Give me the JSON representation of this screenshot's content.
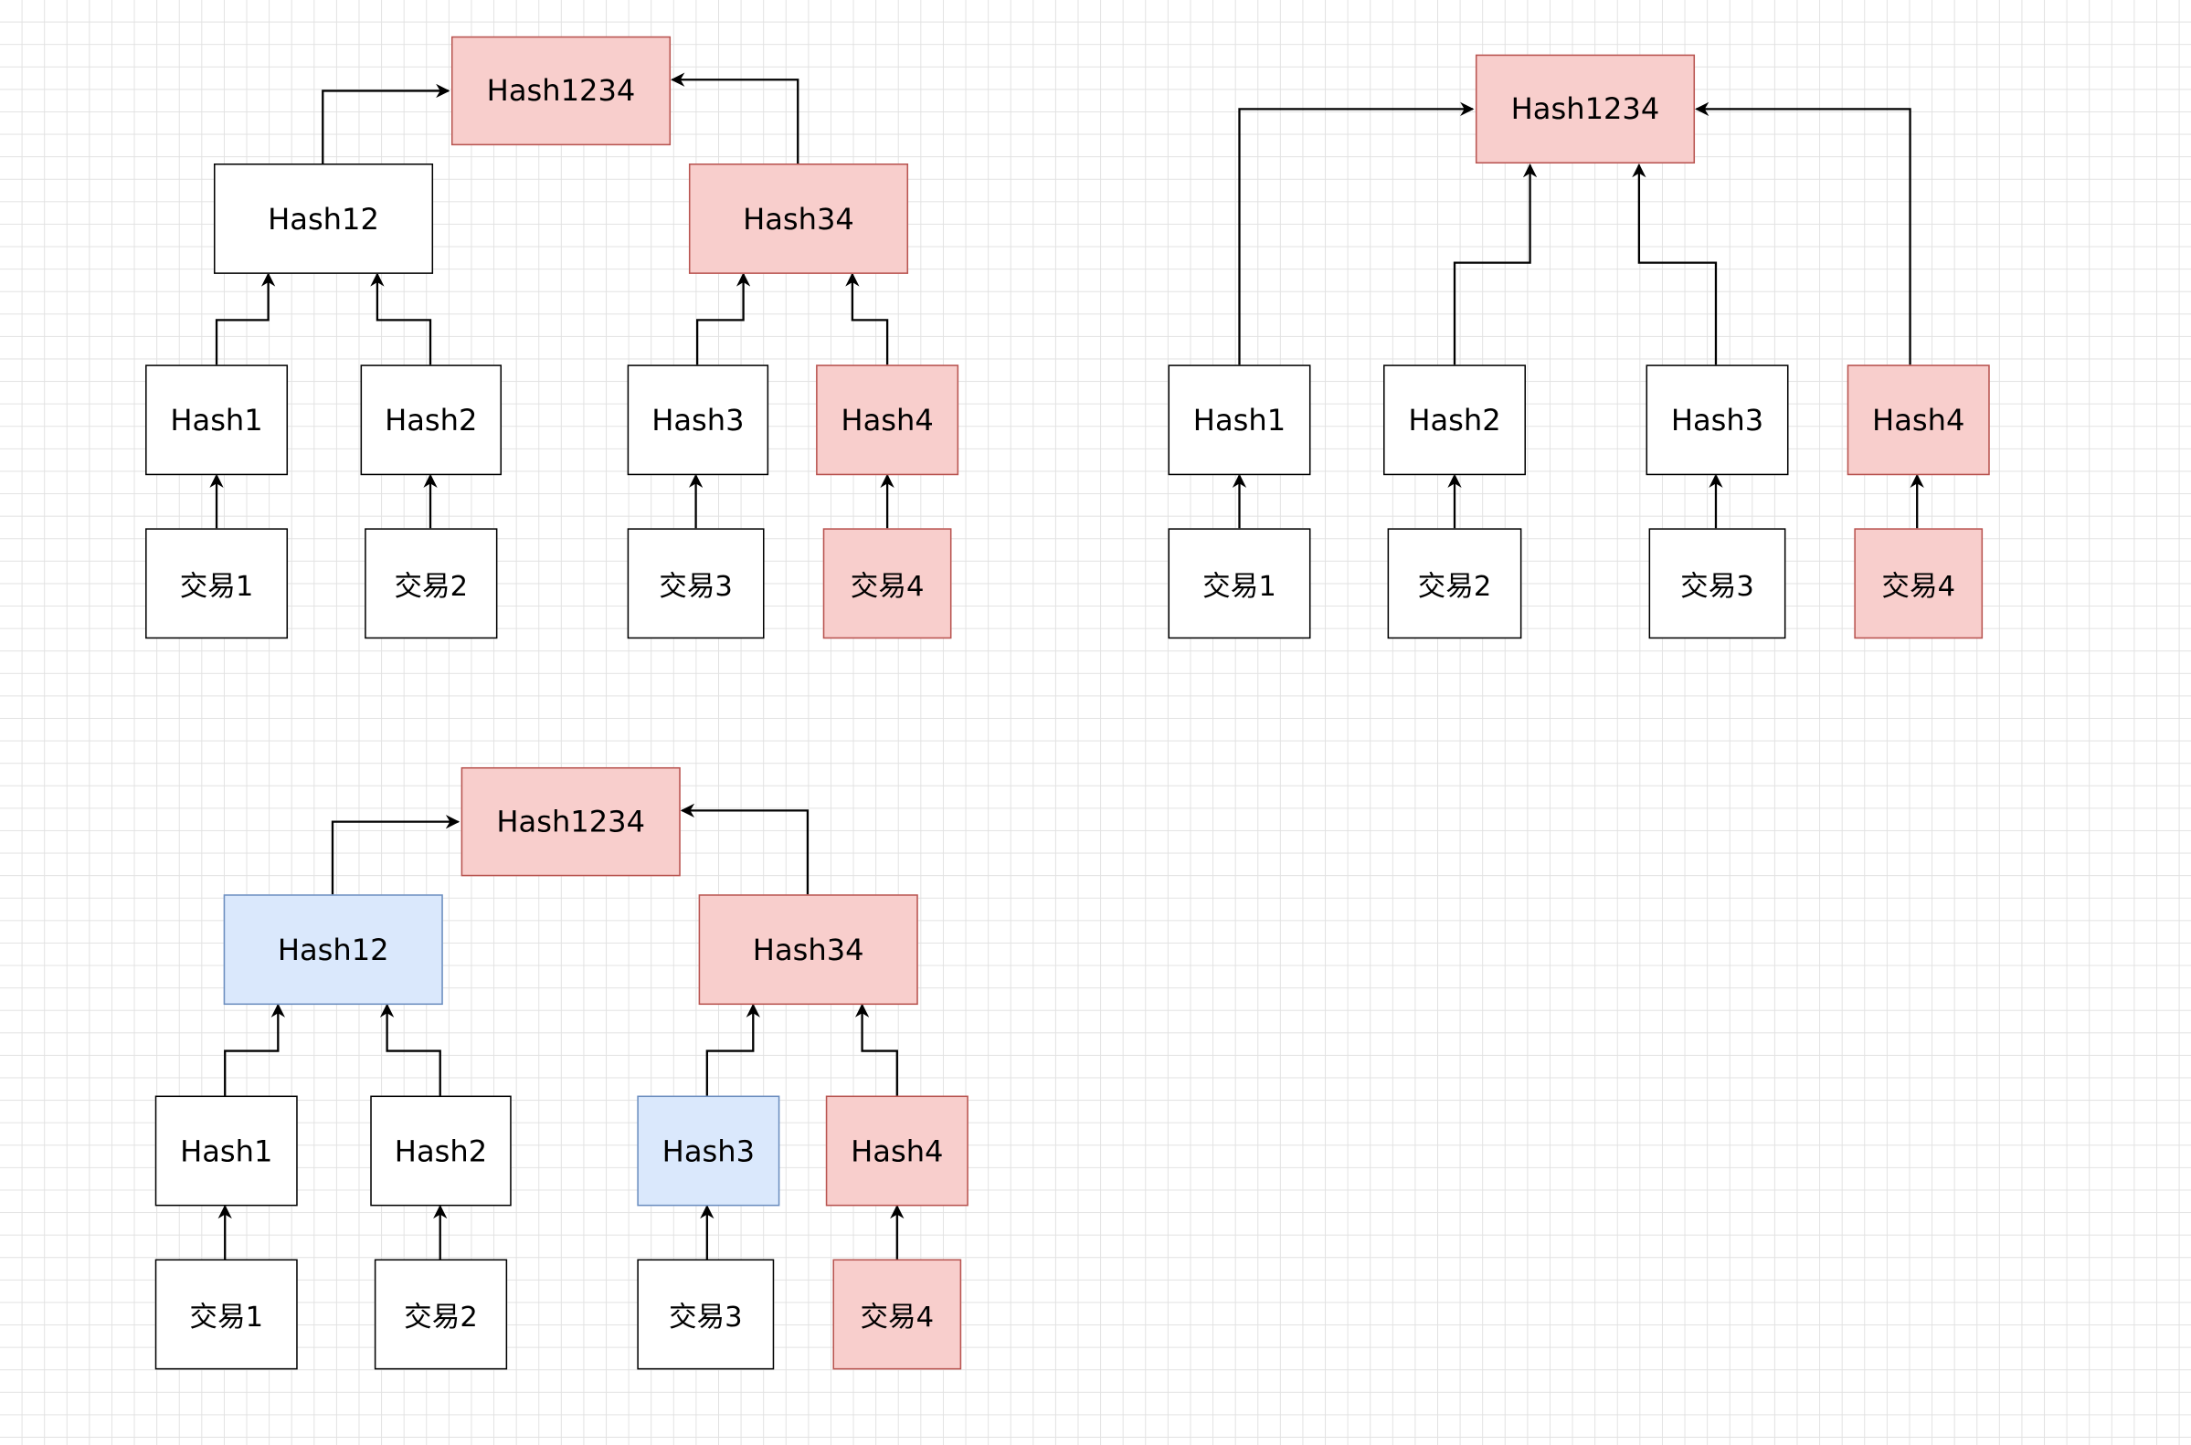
{
  "diagram_1": {
    "root": "Hash1234",
    "mid_left": "Hash12",
    "mid_right": "Hash34",
    "hash_1": "Hash1",
    "hash_2": "Hash2",
    "hash_3": "Hash3",
    "hash_4": "Hash4",
    "tx_1": "交易1",
    "tx_2": "交易2",
    "tx_3": "交易3",
    "tx_4": "交易4"
  },
  "diagram_2": {
    "root": "Hash1234",
    "hash_1": "Hash1",
    "hash_2": "Hash2",
    "hash_3": "Hash3",
    "hash_4": "Hash4",
    "tx_1": "交易1",
    "tx_2": "交易2",
    "tx_3": "交易3",
    "tx_4": "交易4"
  },
  "diagram_3": {
    "root": "Hash1234",
    "mid_left": "Hash12",
    "mid_right": "Hash34",
    "hash_1": "Hash1",
    "hash_2": "Hash2",
    "hash_3": "Hash3",
    "hash_4": "Hash4",
    "tx_1": "交易1",
    "tx_2": "交易2",
    "tx_3": "交易3",
    "tx_4": "交易4"
  },
  "colors": {
    "highlight_fill": "#f8cecc",
    "highlight_stroke": "#b85450",
    "proof_fill": "#dae8fc",
    "proof_stroke": "#6c8ebf",
    "default_fill": "#ffffff",
    "default_stroke": "#000000",
    "grid": "#e2e2e2"
  }
}
